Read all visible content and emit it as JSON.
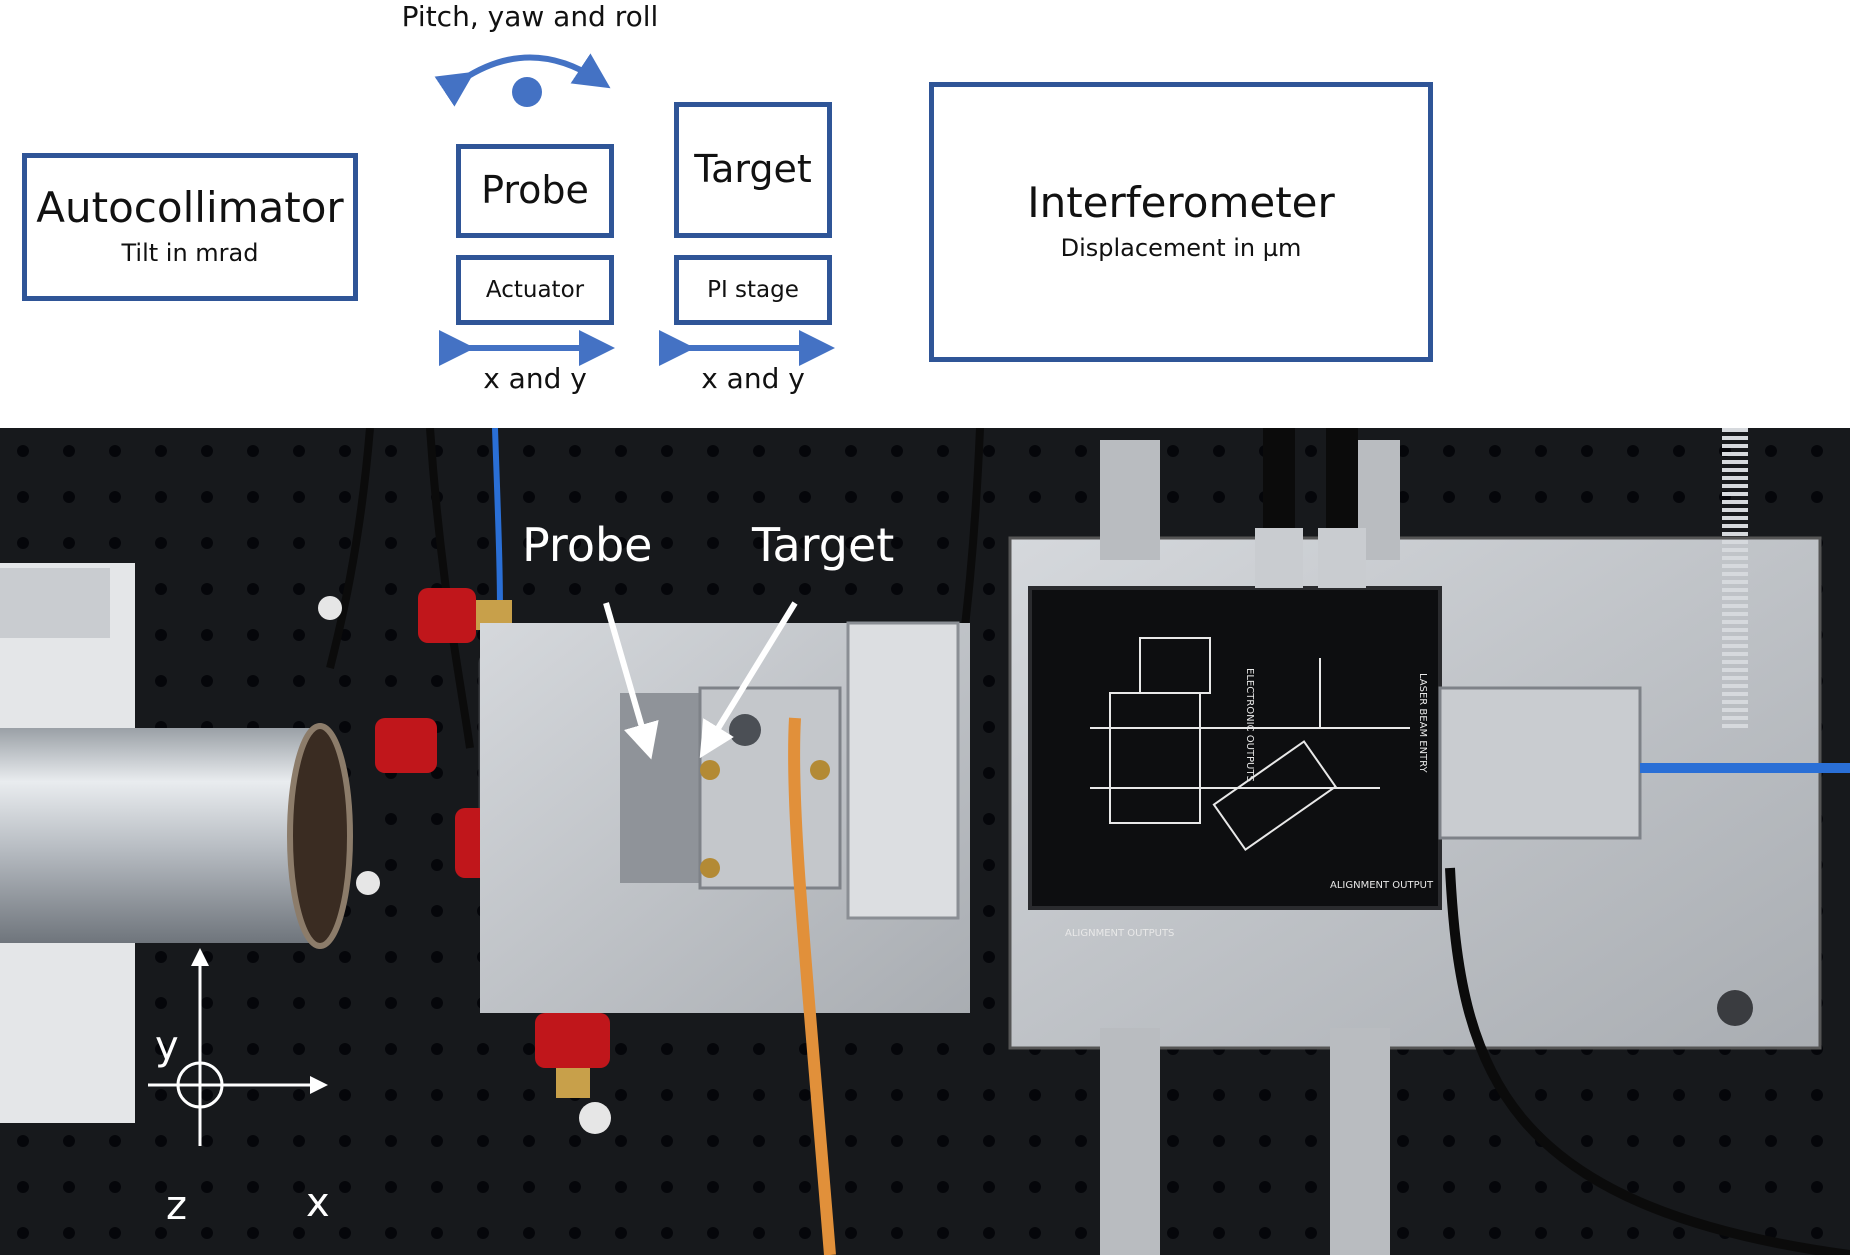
{
  "diagram": {
    "rotation_label": "Pitch, yaw and roll",
    "autocollimator": {
      "title": "Autocollimator",
      "subtitle": "Tilt in mrad"
    },
    "probe": {
      "title": "Probe",
      "mount": "Actuator",
      "motion": "x and y"
    },
    "target": {
      "title": "Target",
      "mount": "PI stage",
      "motion": "x and y"
    },
    "interferometer": {
      "title": "Interferometer",
      "subtitle": "Displacement in µm"
    }
  },
  "photo": {
    "probe_label": "Probe",
    "target_label": "Target",
    "axes": {
      "x": "x",
      "y": "y",
      "z": "z"
    },
    "interferometer_plate": {
      "electronic_outputs": "ELECTRONIC OUTPUTS",
      "laser_beam_entry": "LASER BEAM ENTRY",
      "alignment_output": "ALIGNMENT OUTPUT",
      "alignment_outputs": "ALIGNMENT OUTPUTS"
    }
  },
  "colors": {
    "accent": "#2f5597",
    "arrow": "#4472c4",
    "table": "#17191c"
  }
}
